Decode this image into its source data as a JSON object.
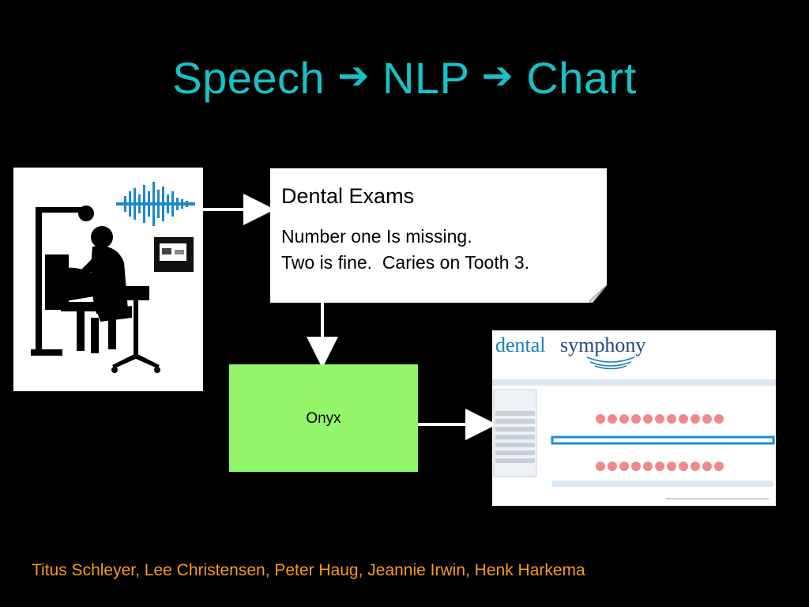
{
  "slide": {
    "title_part1": "Speech",
    "title_part2": "NLP",
    "title_part3": "Chart",
    "arrow_glyph": "➔",
    "title_color": "#14c3c8"
  },
  "note": {
    "heading": "Dental Exams",
    "body_line1": "Number one Is missing.",
    "body_line2": "Two is fine.  Caries on Tooth 3."
  },
  "onyx": {
    "label": "Onyx",
    "color": "#93f56a"
  },
  "software": {
    "logo_part1": "dental",
    "logo_part2": "symphony"
  },
  "footer": {
    "authors": "Titus Schleyer, Lee Christensen, Peter Haug, Jeannie Irwin, Henk Harkema",
    "color": "#f79b1d"
  }
}
